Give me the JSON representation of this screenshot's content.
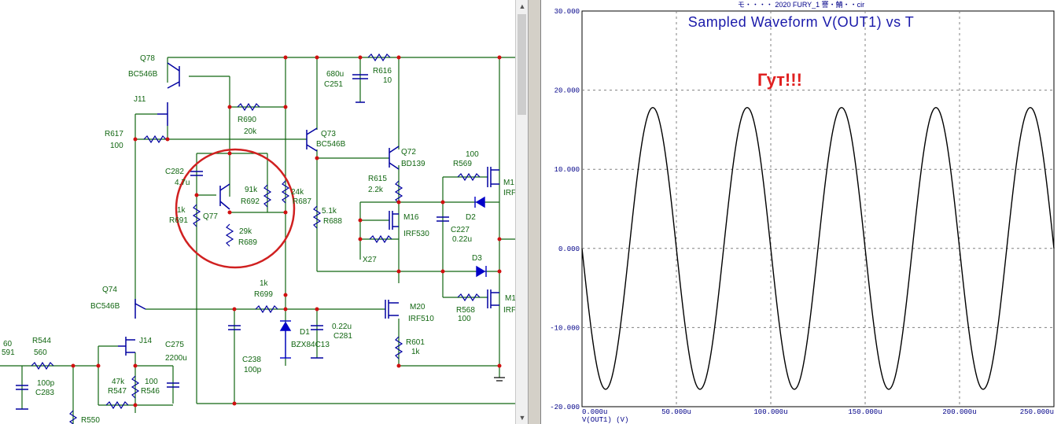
{
  "schematic": {
    "labels": {
      "q78": "Q78",
      "q78_type": "BC546B",
      "j11": "J11",
      "r617": "R617",
      "r617_val": "100",
      "r690": "R690",
      "r690_val": "20k",
      "q73": "Q73",
      "q73_type": "BC546B",
      "c251_val": "680u",
      "c251": "C251",
      "r616": "R616",
      "r616_val": "10",
      "c282": "C282",
      "c282_val": "4.7u",
      "r691_val": "1k",
      "r691": "R691",
      "q77": "Q77",
      "r692_val": "91k",
      "r692": "R692",
      "r689_val": "29k",
      "r689": "R689",
      "r687_val": "24k",
      "r687": "R687",
      "r688_val": "5.1k",
      "r688": "R688",
      "q72": "Q72",
      "q72_type": "BD139",
      "r615": "R615",
      "r615_val": "2.2k",
      "m16": "M16",
      "m16_type": "IRF530",
      "x27": "X27",
      "r569_val": "100",
      "r569": "R569",
      "m1a": "M1",
      "irf_a": "IRF",
      "d2": "D2",
      "c227": "C227",
      "c227_val": "0.22u",
      "d3": "D3",
      "r568": "R568",
      "r568_val": "100",
      "m1b": "M1",
      "irf_b": "IRF",
      "q74": "Q74",
      "q74_type": "BC546B",
      "r699_val": "1k",
      "r699": "R699",
      "m20": "M20",
      "m20_type": "IRF510",
      "d1": "D1",
      "d1_type": "BZX84C13",
      "c281_val": "0.22u",
      "c281": "C281",
      "r601": "R601",
      "r601_val": "1k",
      "c238": "C238",
      "c238_val": "100p",
      "r544": "R544",
      "r544_val": "560",
      "left_a": "60",
      "left_b": "591",
      "c283_val": "100p",
      "c283": "C283",
      "j14": "J14",
      "c275": "C275",
      "c275_val": "2200u",
      "r547_val": "47k",
      "r547": "R547",
      "r546_val": "100",
      "r546": "R546",
      "r550": "R550"
    }
  },
  "graph": {
    "file_title": "モ・・・・ 2020 FURY_1 謇・鯖・・cir",
    "title": "Sampled Waveform  V(OUT1) vs T",
    "annotation": "Гут!!!",
    "x_axis_label": "V(OUT1) (V)"
  },
  "chart_data": {
    "type": "line",
    "title": "Sampled Waveform  V(OUT1) vs T",
    "xlabel": "",
    "ylabel": "V(OUT1) (V)",
    "xlim": [
      0,
      250
    ],
    "ylim": [
      -20,
      30
    ],
    "x_ticks": [
      "0.000u",
      "50.000u",
      "100.000u",
      "150.000u",
      "200.000u",
      "250.000u"
    ],
    "y_ticks": [
      "30.000",
      "20.000",
      "10.000",
      "0.000",
      "-10.000",
      "-20.000"
    ],
    "grid": true,
    "series": [
      {
        "amplitude": 17.8,
        "period": 50,
        "offset": 0,
        "x_end": 250,
        "x": [
          0,
          12.5,
          25,
          37.5,
          50,
          62.5,
          75,
          87.5,
          100,
          112.5,
          125,
          137.5,
          150,
          162.5,
          175,
          187.5,
          200,
          212.5,
          225,
          237.5,
          250
        ],
        "y": [
          0,
          -17.8,
          0,
          17.8,
          0,
          -17.8,
          0,
          17.8,
          0,
          -17.8,
          0,
          17.8,
          0,
          -17.8,
          0,
          17.8,
          0,
          -17.8,
          0,
          17.8,
          0
        ]
      }
    ],
    "colors": {
      "trace": "#000000",
      "grid": "#808080",
      "tick_text": "#000088"
    }
  }
}
